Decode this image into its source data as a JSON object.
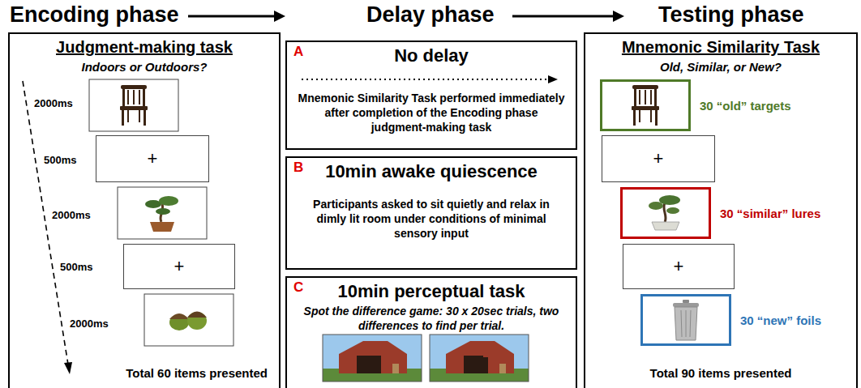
{
  "diagram": {
    "nodes": [
      {
        "text": [
          "Judgment-making task",
          "Indoors or Outdoors?",
          "Total 60 items presented"
        ]
      },
      {
        "text": [
          "+"
        ],
        "in": 0
      },
      {
        "text": [
          "+"
        ],
        "in": 0
      },
      {
        "text": [
          "A",
          "No delay",
          "Mnemonic Similarity Task performed immediately after completion of the Encoding phase judgment-making task"
        ]
      },
      {
        "text": [
          "B",
          "10min awake quiescence",
          "Participants asked to sit quietly and relax in dimly lit room under conditions of minimal sensory input"
        ]
      },
      {
        "text": [
          "C",
          "10min perceptual task",
          "Spot the difference game: 30 x 20sec trials, two differences to find per trial."
        ]
      },
      {
        "text": [
          "Mnemonic Similarity Task",
          "Old, Similar, or New?",
          "Total 90 items presented"
        ]
      },
      {
        "text": [
          "30 “old” targets"
        ],
        "in": 6
      },
      {
        "text": [
          "+"
        ],
        "in": 6
      },
      {
        "text": [
          "30 “similar” lures"
        ],
        "in": 6
      },
      {
        "text": [
          "+"
        ],
        "in": 6
      },
      {
        "text": [
          "30 “new” foils"
        ],
        "in": 6
      }
    ],
    "labels": [
      "Encoding phase",
      "Delay phase",
      "Testing phase",
      "2000ms",
      "500ms",
      "2000ms",
      "500ms",
      "2000ms"
    ]
  }
}
